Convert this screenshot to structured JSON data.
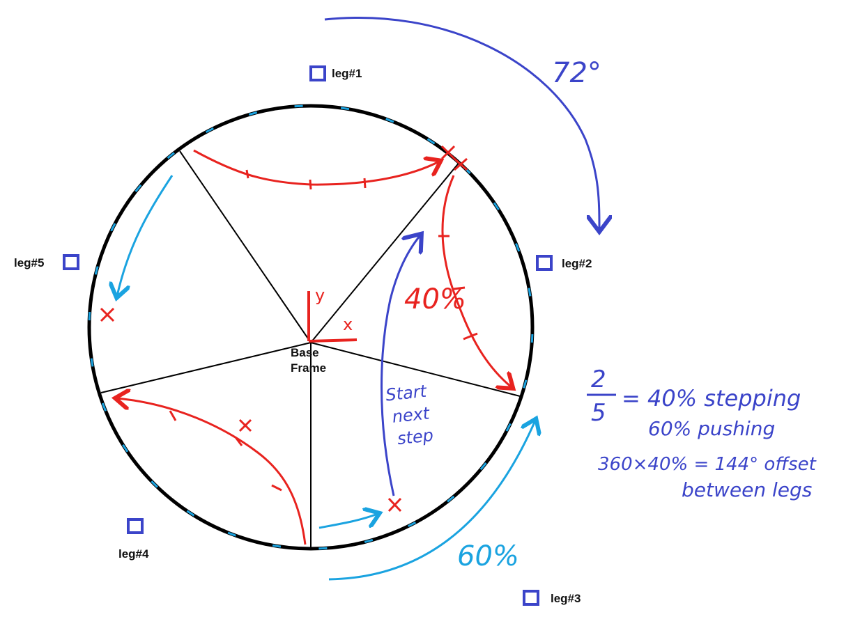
{
  "legs": [
    {
      "id": "leg1",
      "label": "leg#1"
    },
    {
      "id": "leg2",
      "label": "leg#2"
    },
    {
      "id": "leg3",
      "label": "leg#3"
    },
    {
      "id": "leg4",
      "label": "leg#4"
    },
    {
      "id": "leg5",
      "label": "leg#5"
    }
  ],
  "base_frame": {
    "line1": "Base",
    "line2": "Frame",
    "x_axis": "x",
    "y_axis": "y"
  },
  "annotations": {
    "angle_between_legs": "72°",
    "stepping_pct": "40%",
    "pushing_pct": "60%",
    "start_next_step": [
      "Start",
      "next",
      "step"
    ],
    "fraction_numerator": "2",
    "fraction_denominator": "5",
    "note_stepping": "= 40% stepping",
    "note_pushing": "60% pushing",
    "note_offset": "360×40% = 144° offset",
    "note_between": "between legs"
  },
  "colors": {
    "circle": "#000000",
    "spokes": "#000000",
    "step_arc": "#e8231f",
    "push_arc": "#1aa3e0",
    "notes": "#3b44c9",
    "leg_marker": "#3b44c9"
  }
}
